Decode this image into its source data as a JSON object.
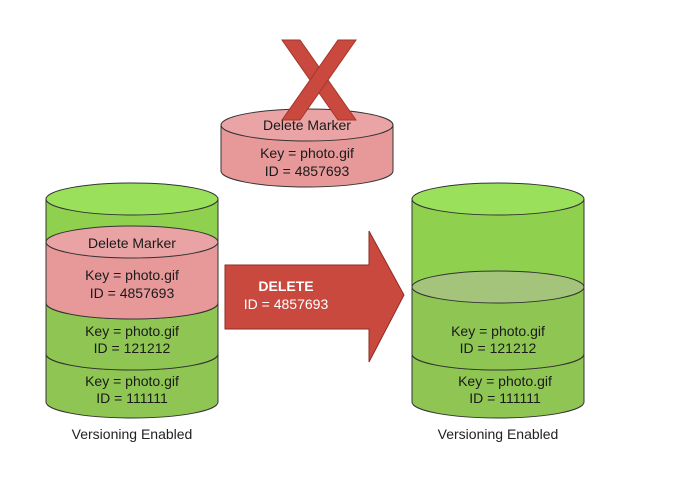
{
  "colors": {
    "green": "#8fd14f",
    "green_top": "#9be05a",
    "green_dark_band": "#a3c47a",
    "pink": "#e7999a",
    "pink_top": "#e9a3a4",
    "arrow": "#c9493f",
    "cross": "#c9493f",
    "outline": "#333333"
  },
  "removed_marker": {
    "title": "Delete Marker",
    "key": "Key = photo.gif",
    "id": "ID = 4857693",
    "icon": "delete-cross-icon"
  },
  "left_bucket": {
    "delete_marker": {
      "title": "Delete Marker",
      "key": "Key = photo.gif",
      "id": "ID = 4857693"
    },
    "versions": [
      {
        "key": "Key = photo.gif",
        "id": "ID = 121212"
      },
      {
        "key": "Key = photo.gif",
        "id": "ID = 111111"
      }
    ],
    "caption": "Versioning  Enabled"
  },
  "arrow": {
    "title": "DELETE",
    "id": "ID = 4857693"
  },
  "right_bucket": {
    "versions": [
      {
        "key": "Key = photo.gif",
        "id": "ID = 121212"
      },
      {
        "key": "Key = photo.gif",
        "id": "ID = 111111"
      }
    ],
    "caption": "Versioning  Enabled"
  }
}
